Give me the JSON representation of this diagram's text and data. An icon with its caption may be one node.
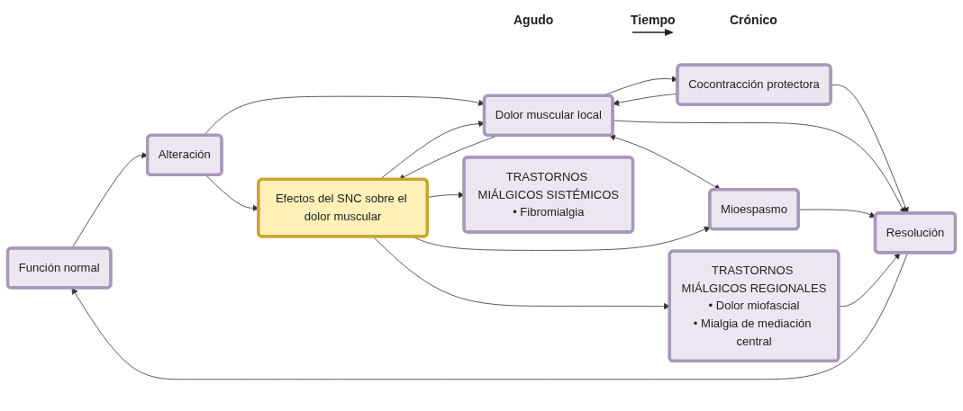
{
  "diagram": {
    "nodes": [
      {
        "text": [
          "Función normal"
        ]
      },
      {
        "text": [
          "Alteración"
        ]
      },
      {
        "text": [
          "Efectos del SNC sobre el dolor muscular"
        ]
      },
      {
        "text": [
          "Resolución"
        ]
      },
      {
        "text": [
          "Cocontracción protectora"
        ]
      },
      {
        "text": [
          "Dolor muscular local"
        ]
      },
      {
        "text": [
          "TRASTORNOS MIÁLGICOS REGIONALES",
          "• Dolor miofascial",
          "• Mialgia de mediación central"
        ]
      },
      {
        "text": [
          "Mioespasmo"
        ]
      },
      {
        "text": [
          "TRASTORNOS MIÁLGICOS SISTÉMICOS",
          "• Fibromialgia"
        ]
      }
    ],
    "edges": [
      {
        "from": 0,
        "to": 1,
        "arrow": "to"
      },
      {
        "from": 1,
        "to": 2,
        "arrow": "to"
      },
      {
        "from": 1,
        "to": 5,
        "arrow": "to"
      },
      {
        "from": 3,
        "to": 0,
        "arrow": "to"
      },
      {
        "from": 4,
        "to": 3,
        "arrow": "to"
      },
      {
        "from": 4,
        "to": 5,
        "arrow": "to"
      },
      {
        "from": 5,
        "to": 4,
        "arrow": "to"
      },
      {
        "from": 5,
        "to": 2,
        "arrow": "to"
      },
      {
        "from": 2,
        "to": 5,
        "arrow": "to"
      },
      {
        "from": 5,
        "to": 3,
        "arrow": "to"
      },
      {
        "from": 5,
        "to": 7,
        "arrow": "both"
      },
      {
        "from": 7,
        "to": 3,
        "arrow": "to"
      },
      {
        "from": 2,
        "to": 7,
        "arrow": "to"
      },
      {
        "from": 2,
        "to": 6,
        "arrow": "to"
      },
      {
        "from": 2,
        "to": 8,
        "arrow": "to"
      },
      {
        "from": 6,
        "to": 3,
        "arrow": "to"
      }
    ],
    "labels": [
      "Agudo",
      "Tiempo",
      "Crónico"
    ]
  }
}
